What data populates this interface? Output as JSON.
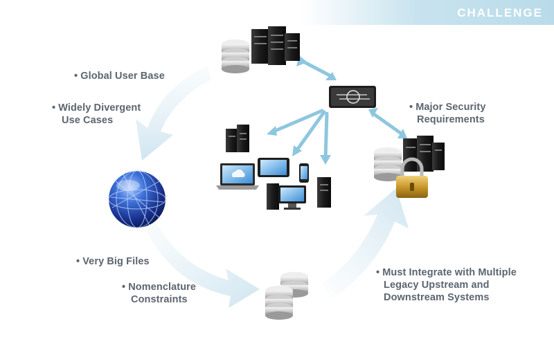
{
  "banner": {
    "label": "CHALLENGE"
  },
  "labels": {
    "global_user_base": {
      "lines": [
        "Global User Base"
      ]
    },
    "widely_divergent": {
      "lines": [
        "Widely Divergent",
        "Use Cases"
      ]
    },
    "major_security": {
      "lines": [
        "Major Security",
        "Requirements"
      ]
    },
    "very_big_files": {
      "lines": [
        "Very Big Files"
      ]
    },
    "nomenclature": {
      "lines": [
        "Nomenclature",
        "Constraints"
      ]
    },
    "must_integrate": {
      "lines": [
        "Must Integrate with Multiple",
        "Legacy Upstream and",
        "Downstream Systems"
      ]
    }
  },
  "bullet_char": "•",
  "colors": {
    "flow_arrow": "#d6e8f1",
    "link_arrow": "#8fc6df",
    "label_text": "#5b6570",
    "banner": "#c8e3ef"
  },
  "icons": {
    "top": "server-cluster-icon",
    "router": "network-switch-icon",
    "globe": "globe-network-icon",
    "bottom": "database-stack-icon",
    "secure": "locked-server-icon",
    "devices": "devices-group-icon"
  }
}
